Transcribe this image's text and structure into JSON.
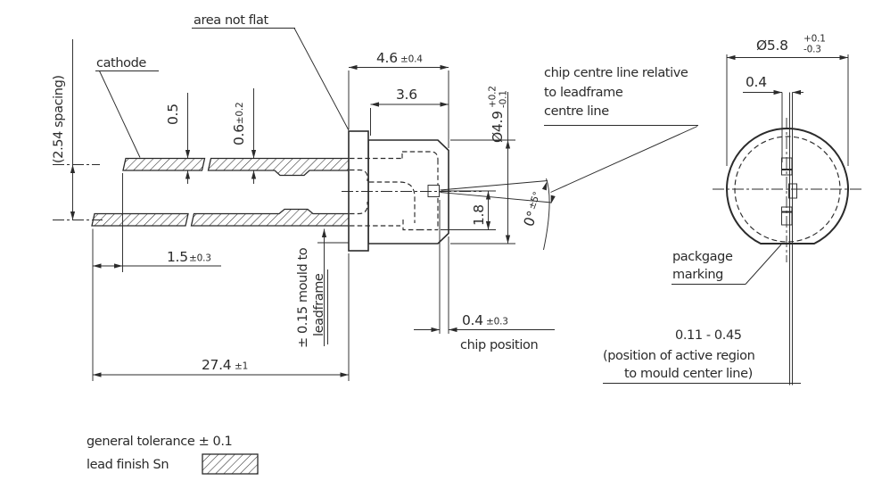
{
  "colors": {
    "line": "#2b2b2b",
    "background": "#ffffff"
  },
  "side_view": {
    "area_not_flat_label": "area not flat",
    "cathode_label": "cathode",
    "lead_spacing_dim": "(2.54 spacing)",
    "lead_width_dim": "0.5",
    "lead_thickness_dim": {
      "value": "0.6",
      "tol": "±0.2"
    },
    "body_length_dim": {
      "value": "4.6",
      "tol": "±0.4"
    },
    "body_front_length_dim": "3.6",
    "body_diameter_dim": {
      "value": "Ø4.9",
      "tol_plus": "+0.2",
      "tol_minus": "-0.1"
    },
    "chip_depth_dim": "1.8",
    "chip_angle_dim": {
      "value": "0°",
      "tol": "±5°"
    },
    "chip_centre_note": {
      "line1": "chip centre line relative",
      "line2": "to leadframe",
      "line3": "centre line"
    },
    "chip_position_dim": {
      "value": "0.4",
      "tol": "±0.3",
      "label": "chip position"
    },
    "mould_note": {
      "line1": "± 0.15 mould to",
      "line2": "leadframe"
    },
    "lead_step_dim": {
      "value": "1.5",
      "tol": "±0.3"
    },
    "total_length_dim": {
      "value": "27.4",
      "tol": "±1"
    }
  },
  "front_view": {
    "dome_diameter_dim": {
      "value": "Ø5.8",
      "tol_plus": "+0.1",
      "tol_minus": "-0.3"
    },
    "chip_offset_dim": "0.4",
    "package_marking_label": {
      "line1": "packgage",
      "line2": "marking"
    },
    "active_region_note": {
      "line1": "0.11 - 0.45",
      "line2": "(position of active region",
      "line3": "to mould center line)"
    }
  },
  "legend": {
    "general_tolerance": "general tolerance ± 0.1",
    "lead_finish": "lead finish Sn"
  }
}
